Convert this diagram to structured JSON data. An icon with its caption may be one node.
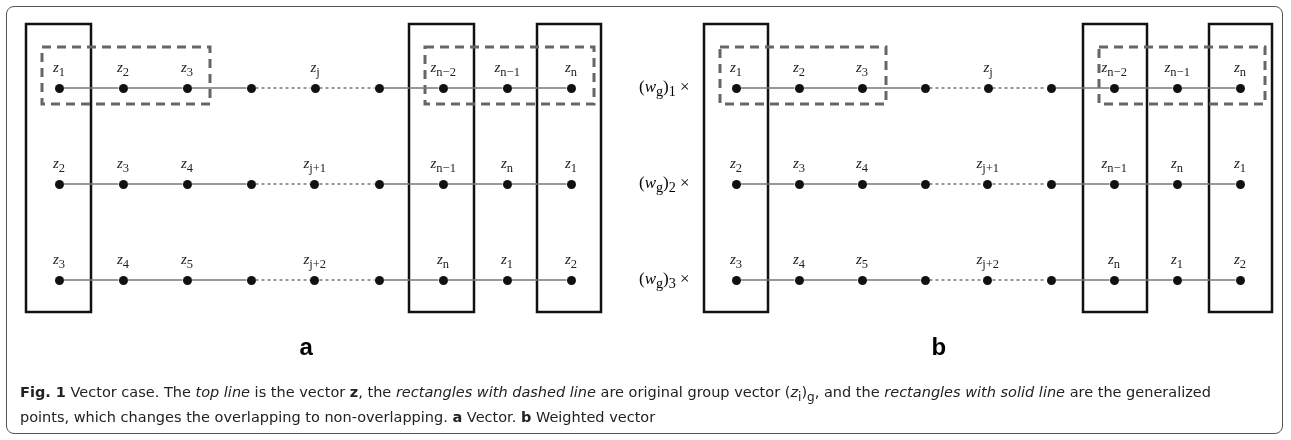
{
  "diagram": {
    "caption": "**Fig. 1** Vector case. The *top line* is the vector **z**, the *rectangles with dashed line* are original group vector (*z*$_{i}$)$_{g}$, and the *rectangles with solid line* are the generalized points, which changes the overlapping to non-overlapping. **a** Vector. **b** Weighted vector",
    "nodes": [
      {
        "text": [
          "*z*$_{1}$"
        ]
      },
      {
        "text": [
          "*z*$_{2}$"
        ]
      },
      {
        "text": [
          "*z*$_{3}$"
        ]
      },
      {
        "text": [],
        "shape": "circle"
      },
      {
        "text": [
          "*z*$_{j}$"
        ]
      },
      {
        "text": [],
        "shape": "circle"
      },
      {
        "text": [
          "*z*$_{n−2}$"
        ]
      },
      {
        "text": [
          "*z*$_{n−1}$"
        ]
      },
      {
        "text": [
          "*z*$_{n}$"
        ]
      },
      {
        "text": [
          "*z*$_{2}$"
        ]
      },
      {
        "text": [
          "*z*$_{3}$"
        ]
      },
      {
        "text": [
          "*z*$_{4}$"
        ]
      },
      {
        "text": [],
        "shape": "circle"
      },
      {
        "text": [
          "*z*$_{j+1}$"
        ]
      },
      {
        "text": [],
        "shape": "circle"
      },
      {
        "text": [
          "*z*$_{n−1}$"
        ]
      },
      {
        "text": [
          "*z*$_{n}$"
        ]
      },
      {
        "text": [
          "*z*$_{1}$"
        ]
      },
      {
        "text": [
          "*z*$_{3}$"
        ]
      },
      {
        "text": [
          "*z*$_{4}$"
        ]
      },
      {
        "text": [
          "*z*$_{5}$"
        ]
      },
      {
        "text": [],
        "shape": "circle"
      },
      {
        "text": [
          "*z*$_{j+2}$"
        ]
      },
      {
        "text": [],
        "shape": "circle"
      },
      {
        "text": [
          "*z*$_{n}$"
        ]
      },
      {
        "text": [
          "*z*$_{1}$"
        ]
      },
      {
        "text": [
          "*z*$_{2}$"
        ]
      },
      {
        "text": [
          "*z*$_{1}$"
        ]
      },
      {
        "text": [
          "*z*$_{2}$"
        ]
      },
      {
        "text": [
          "*z*$_{3}$"
        ]
      },
      {
        "text": [],
        "shape": "circle"
      },
      {
        "text": [
          "*z*$_{j}$"
        ]
      },
      {
        "text": [],
        "shape": "circle"
      },
      {
        "text": [
          "*z*$_{n−2}$"
        ]
      },
      {
        "text": [
          "*z*$_{n−1}$"
        ]
      },
      {
        "text": [
          "*z*$_{n}$"
        ]
      },
      {
        "text": [
          "*z*$_{2}$"
        ]
      },
      {
        "text": [
          "*z*$_{3}$"
        ]
      },
      {
        "text": [
          "*z*$_{4}$"
        ]
      },
      {
        "text": [],
        "shape": "circle"
      },
      {
        "text": [
          "*z*$_{j+1}$"
        ]
      },
      {
        "text": [],
        "shape": "circle"
      },
      {
        "text": [
          "*z*$_{n−1}$"
        ]
      },
      {
        "text": [
          "*z*$_{n}$"
        ]
      },
      {
        "text": [
          "*z*$_{1}$"
        ]
      },
      {
        "text": [
          "*z*$_{3}$"
        ]
      },
      {
        "text": [
          "*z*$_{4}$"
        ]
      },
      {
        "text": [
          "*z*$_{5}$"
        ]
      },
      {
        "text": [],
        "shape": "circle"
      },
      {
        "text": [
          "*z*$_{j+2}$"
        ]
      },
      {
        "text": [],
        "shape": "circle"
      },
      {
        "text": [
          "*z*$_{n}$"
        ]
      },
      {
        "text": [
          "*z*$_{1}$"
        ]
      },
      {
        "text": [
          "*z*$_{2}$"
        ]
      }
    ],
    "edges": [
      {
        "from": 0,
        "to": 1,
        "arrow": "none"
      },
      {
        "from": 1,
        "to": 2,
        "arrow": "none"
      },
      {
        "from": 2,
        "to": 3,
        "arrow": "none"
      },
      {
        "from": 3,
        "to": 4,
        "arrow": "none",
        "style": "dashed"
      },
      {
        "from": 4,
        "to": 5,
        "arrow": "none",
        "style": "dashed"
      },
      {
        "from": 5,
        "to": 6,
        "arrow": "none"
      },
      {
        "from": 6,
        "to": 7,
        "arrow": "none"
      },
      {
        "from": 7,
        "to": 8,
        "arrow": "none"
      },
      {
        "from": 9,
        "to": 10,
        "arrow": "none"
      },
      {
        "from": 10,
        "to": 11,
        "arrow": "none"
      },
      {
        "from": 11,
        "to": 12,
        "arrow": "none"
      },
      {
        "from": 12,
        "to": 13,
        "arrow": "none",
        "style": "dashed"
      },
      {
        "from": 13,
        "to": 14,
        "arrow": "none",
        "style": "dashed"
      },
      {
        "from": 14,
        "to": 15,
        "arrow": "none"
      },
      {
        "from": 15,
        "to": 16,
        "arrow": "none"
      },
      {
        "from": 16,
        "to": 17,
        "arrow": "none"
      },
      {
        "from": 18,
        "to": 19,
        "arrow": "none"
      },
      {
        "from": 19,
        "to": 20,
        "arrow": "none"
      },
      {
        "from": 20,
        "to": 21,
        "arrow": "none"
      },
      {
        "from": 21,
        "to": 22,
        "arrow": "none",
        "style": "dashed"
      },
      {
        "from": 22,
        "to": 23,
        "arrow": "none",
        "style": "dashed"
      },
      {
        "from": 23,
        "to": 24,
        "arrow": "none"
      },
      {
        "from": 24,
        "to": 25,
        "arrow": "none"
      },
      {
        "from": 25,
        "to": 26,
        "arrow": "none"
      },
      {
        "from": 27,
        "to": 28,
        "arrow": "none"
      },
      {
        "from": 28,
        "to": 29,
        "arrow": "none"
      },
      {
        "from": 29,
        "to": 30,
        "arrow": "none"
      },
      {
        "from": 30,
        "to": 31,
        "arrow": "none",
        "style": "dashed"
      },
      {
        "from": 31,
        "to": 32,
        "arrow": "none",
        "style": "dashed"
      },
      {
        "from": 32,
        "to": 33,
        "arrow": "none"
      },
      {
        "from": 33,
        "to": 34,
        "arrow": "none"
      },
      {
        "from": 34,
        "to": 35,
        "arrow": "none"
      },
      {
        "from": 36,
        "to": 37,
        "arrow": "none"
      },
      {
        "from": 37,
        "to": 38,
        "arrow": "none"
      },
      {
        "from": 38,
        "to": 39,
        "arrow": "none"
      },
      {
        "from": 39,
        "to": 40,
        "arrow": "none",
        "style": "dashed"
      },
      {
        "from": 40,
        "to": 41,
        "arrow": "none",
        "style": "dashed"
      },
      {
        "from": 41,
        "to": 42,
        "arrow": "none"
      },
      {
        "from": 42,
        "to": 43,
        "arrow": "none"
      },
      {
        "from": 43,
        "to": 44,
        "arrow": "none"
      },
      {
        "from": 45,
        "to": 46,
        "arrow": "none"
      },
      {
        "from": 46,
        "to": 47,
        "arrow": "none"
      },
      {
        "from": 47,
        "to": 48,
        "arrow": "none"
      },
      {
        "from": 48,
        "to": 49,
        "arrow": "none",
        "style": "dashed"
      },
      {
        "from": 49,
        "to": 50,
        "arrow": "none",
        "style": "dashed"
      },
      {
        "from": 50,
        "to": 51,
        "arrow": "none"
      },
      {
        "from": 51,
        "to": 52,
        "arrow": "none"
      },
      {
        "from": 52,
        "to": 53,
        "arrow": "none"
      }
    ],
    "labels": [
      "(*w*$_{g}$)$_{1}$ ×",
      "(*w*$_{g}$)$_{2}$ ×",
      "(*w*$_{g}$)$_{3}$ ×",
      "a",
      "b"
    ]
  }
}
